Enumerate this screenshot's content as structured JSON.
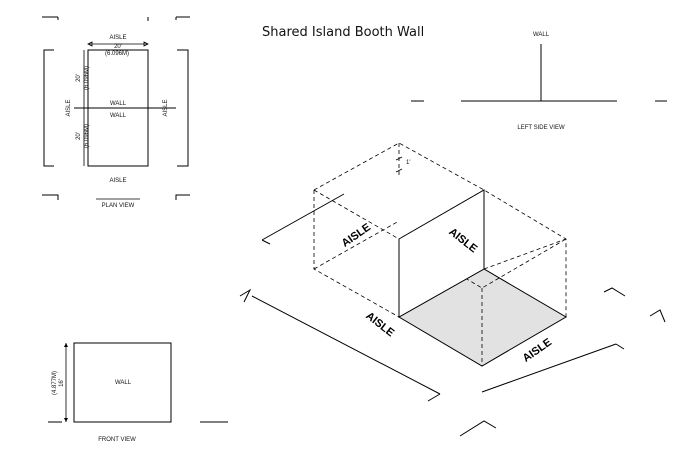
{
  "title": "Shared Island Booth Wall",
  "plan_view": {
    "label": "PLAN VIEW",
    "aisle_top": "AISLE",
    "aisle_bottom": "AISLE",
    "aisle_left": "AISLE",
    "aisle_right": "AISLE",
    "width_dim": "20'",
    "width_metric": "(6.096M)",
    "height_dim_top": "20'",
    "height_metric_top": "(6.096M)",
    "height_dim_bottom": "20'",
    "height_metric_bottom": "(6.096M)",
    "wall_label_1": "WALL",
    "wall_label_2": "WALL"
  },
  "left_side_view": {
    "label": "LEFT SIDE VIEW",
    "wall_label": "WALL"
  },
  "front_view": {
    "label": "FRONT VIEW",
    "wall_label": "WALL",
    "height_dim": "16'",
    "height_metric": "(4.877M)"
  },
  "iso_view": {
    "aisle_1": "AISLE",
    "aisle_2": "AISLE",
    "aisle_3": "AISLE",
    "aisle_4": "AISLE",
    "dim_note": "1'"
  },
  "colors": {
    "line": "#000000",
    "floor_fill": "#e2e2e2",
    "background": "#ffffff"
  }
}
